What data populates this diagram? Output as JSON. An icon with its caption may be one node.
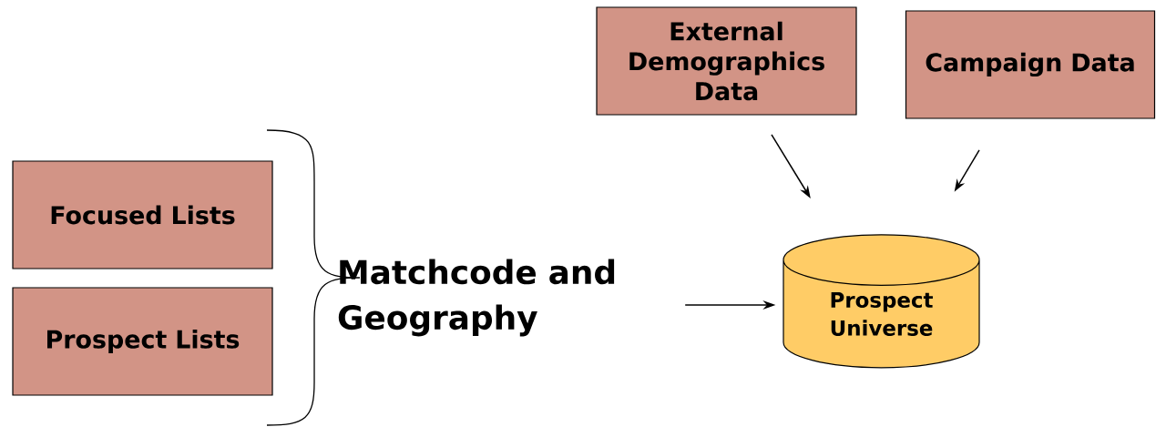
{
  "diagram": {
    "nodes": [
      {
        "text": [
          "External Demographics Data"
        ]
      },
      {
        "text": [
          "Campaign Data"
        ]
      },
      {
        "text": [
          "Focused Lists"
        ]
      },
      {
        "text": [
          "Prospect Lists"
        ]
      },
      {
        "text": [
          "Matchcode and Geography"
        ]
      },
      {
        "text": [
          "Prospect Universe"
        ]
      }
    ],
    "edges": [
      {
        "from": 0,
        "to": 5,
        "arrow": "to"
      },
      {
        "from": 1,
        "to": 5,
        "arrow": "to"
      },
      {
        "from": 4,
        "to": 5,
        "arrow": "to"
      }
    ]
  }
}
